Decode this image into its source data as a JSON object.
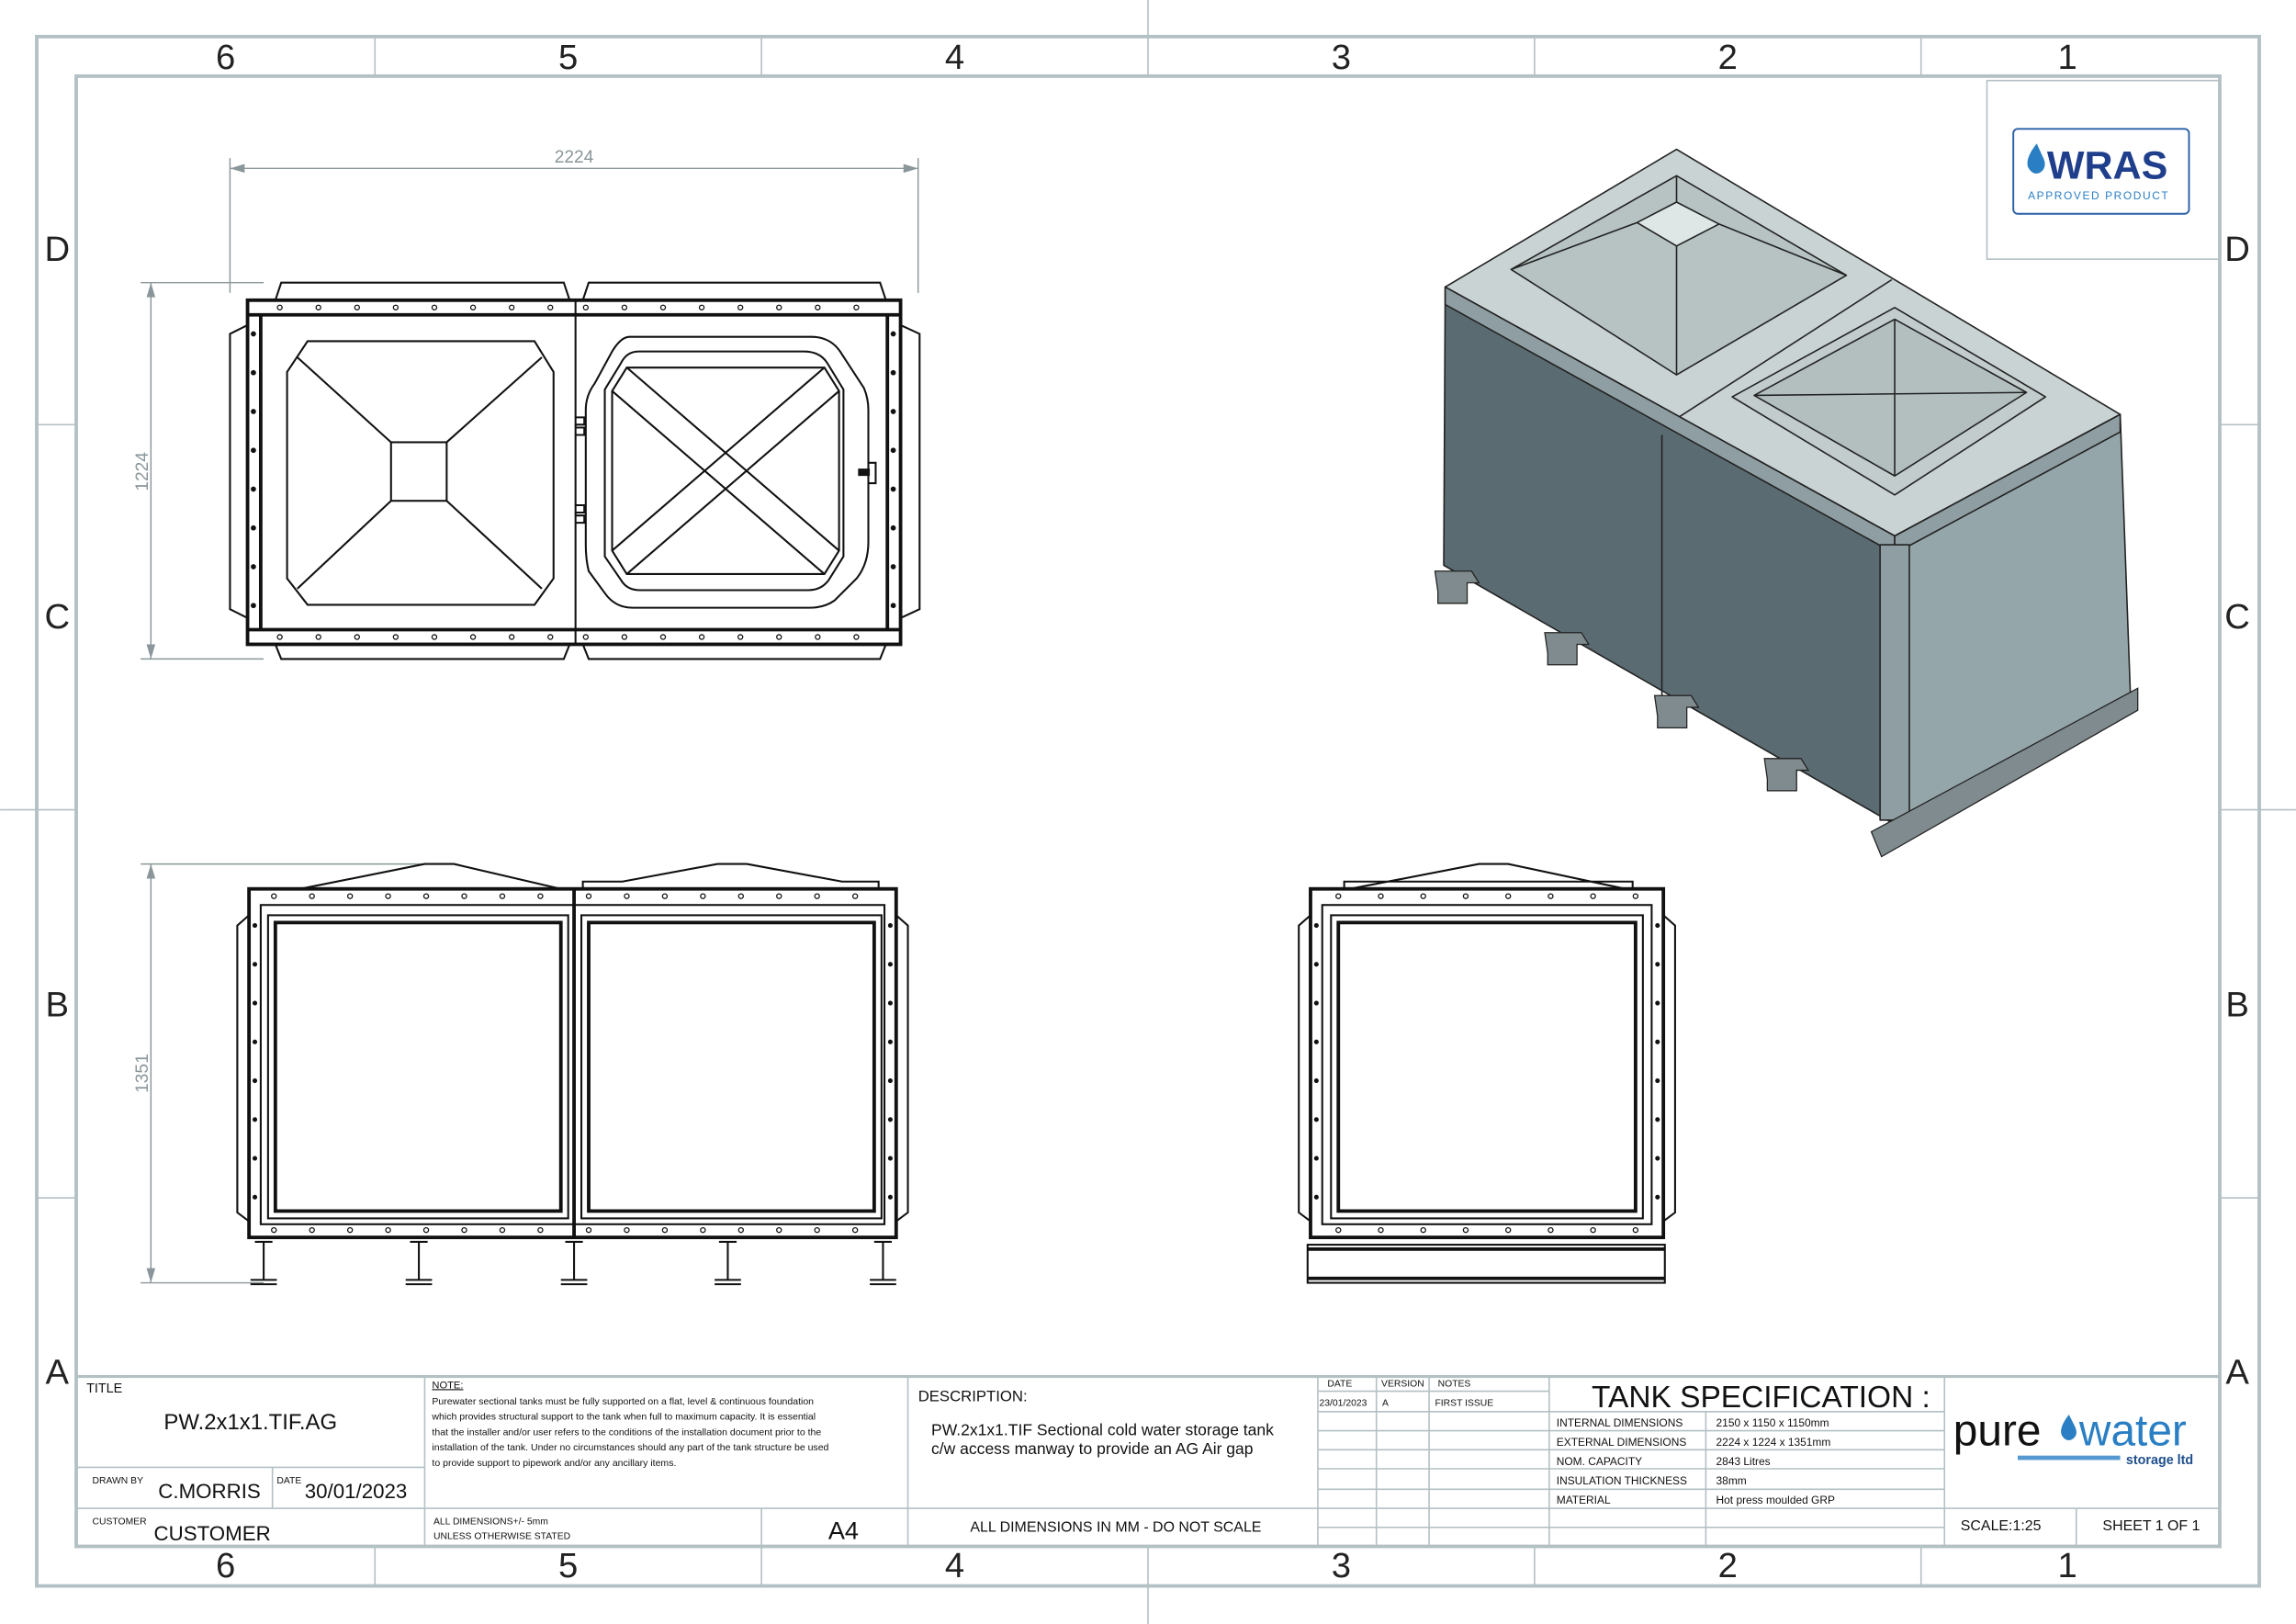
{
  "border": {
    "columns": [
      "6",
      "5",
      "4",
      "3",
      "2",
      "1"
    ],
    "rows": [
      "D",
      "C",
      "B",
      "A"
    ]
  },
  "dimensions": {
    "length": "2224",
    "width": "1224",
    "height": "1351"
  },
  "wras_logo": {
    "name": "WRAS",
    "tagline": "APPROVED PRODUCT"
  },
  "title_block": {
    "title_label": "TITLE",
    "title": "PW.2x1x1.TIF.AG",
    "drawn_by_label": "DRAWN BY",
    "drawn_by": "C.MORRIS",
    "date_label": "DATE",
    "date": "30/01/2023",
    "customer_label": "CUSTOMER",
    "customer": "CUSTOMER",
    "note_heading": "NOTE:",
    "note_lines": [
      "Purewater sectional tanks must be fully supported on a flat, level & continuous foundation",
      "which provides structural support to the tank when full to maximum capacity. It is essential",
      "that the installer and/or user refers to the conditions of the installation document prior to the",
      "installation of the tank. Under no circumstances should any part of the tank structure be used",
      "to provide support to pipework and/or any ancillary items."
    ],
    "tolerance_line1": "ALL DIMENSIONS+/- 5mm",
    "tolerance_line2": "UNLESS OTHERWISE STATED",
    "paper_size": "A4",
    "description_label": "DESCRIPTION:",
    "description_lines": [
      "PW.2x1x1.TIF Sectional cold water storage tank",
      "c/w access manway to provide an AG Air gap"
    ],
    "dimensions_note": "ALL DIMENSIONS IN MM - DO NOT SCALE",
    "revisions": {
      "headers": [
        "DATE",
        "VERSION",
        "NOTES"
      ],
      "rows": [
        [
          "23/01/2023",
          "A",
          "FIRST ISSUE"
        ]
      ]
    },
    "spec_title": "TANK SPECIFICATION :",
    "spec": [
      {
        "label": "INTERNAL DIMENSIONS",
        "value": "2150 x 1150 x 1150mm"
      },
      {
        "label": "EXTERNAL DIMENSIONS",
        "value": "2224 x 1224 x 1351mm"
      },
      {
        "label": "NOM. CAPACITY",
        "value": "2843 Litres"
      },
      {
        "label": "INSULATION THICKNESS",
        "value": "38mm"
      },
      {
        "label": "MATERIAL",
        "value": "Hot press moulded GRP"
      }
    ],
    "company_logo": {
      "word1": "pure",
      "word2": "water",
      "sub": "storage ltd"
    },
    "scale": "SCALE:1:25",
    "sheet": "SHEET 1 OF 1"
  },
  "colors": {
    "frame": "#b3c0c4",
    "brand_blue": "#2a7fc4",
    "panel_dark": "#5b6b72",
    "panel_light": "#95a6aa",
    "top": "#c9d3d3"
  }
}
